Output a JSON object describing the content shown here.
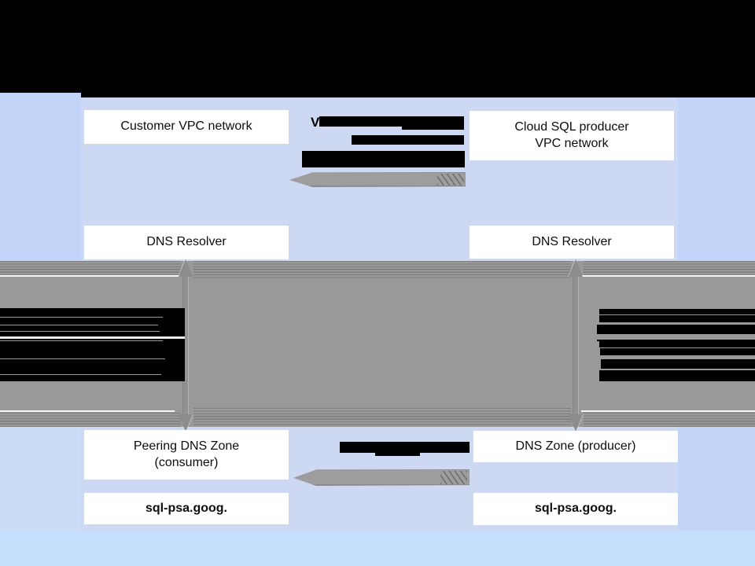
{
  "diagram": {
    "top_panel": {
      "customer_vpc_label": "Customer VPC network",
      "producer_vpc_line1": "Cloud SQL producer",
      "producer_vpc_line2": "VPC network",
      "dns_resolver_left": "DNS Resolver",
      "dns_resolver_right": "DNS Resolver",
      "redacted_prefix": "V"
    },
    "bottom_panel": {
      "peering_zone_line1": "Peering DNS Zone",
      "peering_zone_line2": "(consumer)",
      "producer_zone_label": "DNS Zone (producer)",
      "domain_left": "sql-psa.goog.",
      "domain_right": "sql-psa.goog."
    },
    "colors": {
      "page_background": "#c2d5f9",
      "panel_blue": "#cdd9f2",
      "band_gray": "#999999",
      "redaction_black": "#000000",
      "box_white": "#ffffff",
      "bottom_strip_blue": "#c5e0fd"
    }
  }
}
